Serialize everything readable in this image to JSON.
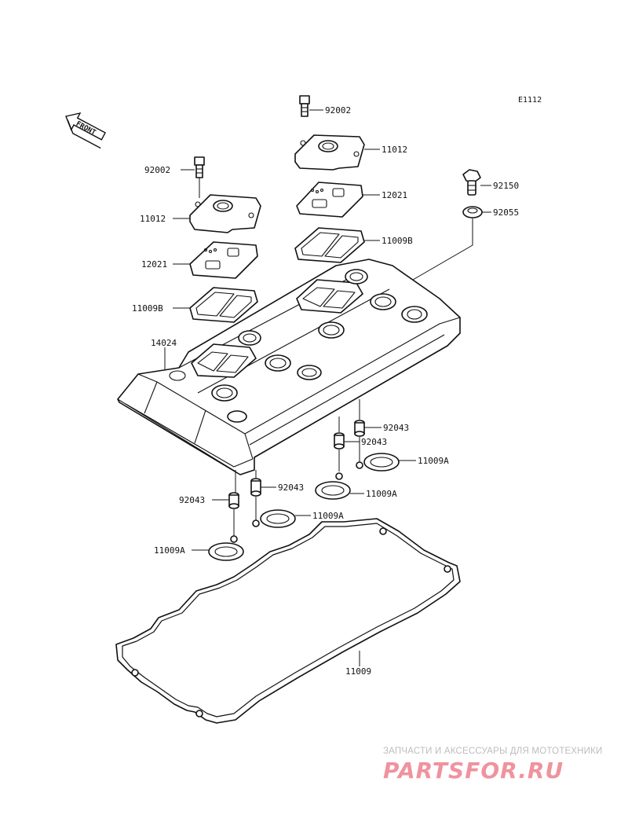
{
  "diagram": {
    "id": "E1112",
    "front_marker": "FRONT",
    "parts": {
      "bolt_left": "92002",
      "bolt_right": "92002",
      "cap_left": "11012",
      "cap_right": "11012",
      "plate_left": "12021",
      "plate_right": "12021",
      "gasket_small_left": "11009B",
      "gasket_small_right": "11009B",
      "cover": "14024",
      "bolt_92150": "92150",
      "washer": "92055",
      "dowel_1": "92043",
      "dowel_2": "92043",
      "dowel_3": "92043",
      "dowel_4": "92043",
      "oring_1": "11009A",
      "oring_2": "11009A",
      "oring_3": "11009A",
      "oring_4": "11009A",
      "gasket_main": "11009"
    }
  },
  "watermark": {
    "tagline": "ЗАПЧАСТИ И АКСЕССУАРЫ ДЛЯ МОТОТЕХНИКИ",
    "logo_text": "PARTSFOR.RU",
    "color": "#e23b4f"
  }
}
